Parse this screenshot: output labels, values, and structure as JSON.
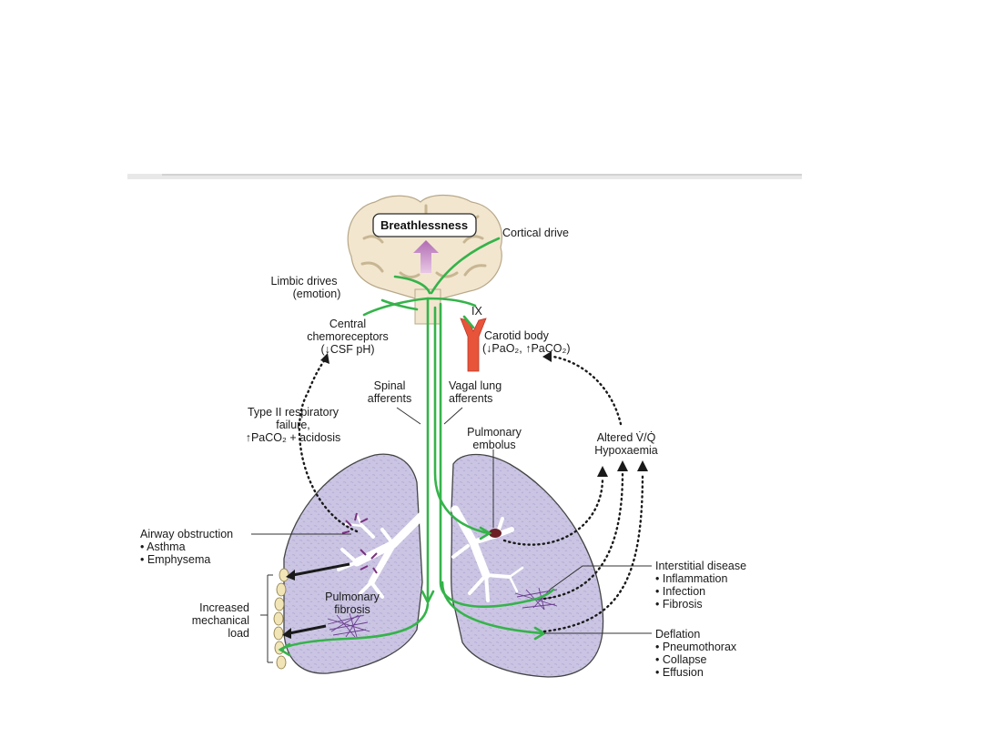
{
  "diagram": {
    "center": {
      "breathlessness": "Breathlessness",
      "cortical_drive": "Cortical drive",
      "limbic": [
        "Limbic drives",
        "(emotion)"
      ],
      "nerve_ix": "IX",
      "central_chemo": [
        "Central",
        "chemoreceptors",
        "(↓CSF pH)"
      ],
      "carotid": [
        "Carotid body",
        "(↓PaO₂, ↑PaCO₂)"
      ],
      "spinal": [
        "Spinal",
        "afferents"
      ],
      "vagal": [
        "Vagal lung",
        "afferents"
      ],
      "type2": [
        "Type II respiratory",
        "failure,",
        "↑PaCO₂ + acidosis"
      ],
      "embolus": [
        "Pulmonary",
        "embolus"
      ],
      "altered": [
        "Altered V̇/Q̇",
        "Hypoxaemia"
      ],
      "fibrosis": [
        "Pulmonary",
        "fibrosis"
      ]
    },
    "airway": {
      "title": "Airway obstruction",
      "items": [
        "• Asthma",
        "• Emphysema"
      ]
    },
    "mechanical": [
      "Increased",
      "mechanical",
      "load"
    ],
    "interstitial": {
      "title": "Interstitial disease",
      "items": [
        "• Inflammation",
        "• Infection",
        "• Fibrosis"
      ]
    },
    "deflation": {
      "title": "Deflation",
      "items": [
        "• Pneumothorax",
        "• Collapse",
        "• Effusion"
      ]
    }
  },
  "colors": {
    "nerve": "#35b34a",
    "lung": "#cbc5e3",
    "brain": "#f2e6cf",
    "carotid": "#e8543a",
    "bronchi": "#ffffff",
    "lesion": "#7a2f7f"
  }
}
